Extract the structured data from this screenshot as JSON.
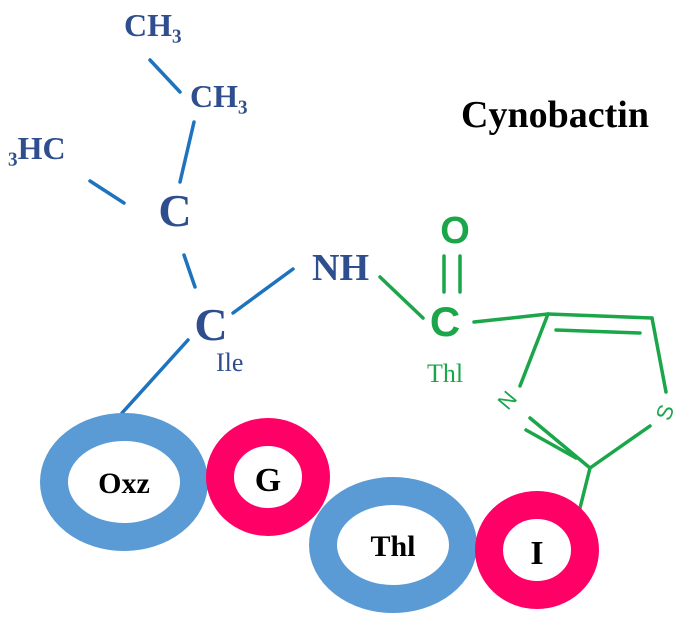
{
  "title": "Cynobactin",
  "colors": {
    "ile": "#2E4E8E",
    "ile_bond": "#1E73BE",
    "thl": "#1BA64A",
    "ring_blue": "#5B9BD5",
    "ring_pink": "#FF0066",
    "text": "#000000"
  },
  "ile_group": {
    "ch3_top": "CH₃",
    "ch3_mid": "CH₃",
    "h3c": "₃HC",
    "c_upper": "C",
    "c_alpha": "C",
    "ile_label": "Ile",
    "nh": "NH"
  },
  "thl_group": {
    "oxygen": "O",
    "carbon": "C",
    "thl_label": "Thl",
    "ring_n": "N",
    "ring_s": "S"
  },
  "residues": [
    {
      "label": "Oxz",
      "type": "blue"
    },
    {
      "label": "G",
      "type": "pink"
    },
    {
      "label": "Thl",
      "type": "blue"
    },
    {
      "label": "I",
      "type": "pink"
    }
  ]
}
